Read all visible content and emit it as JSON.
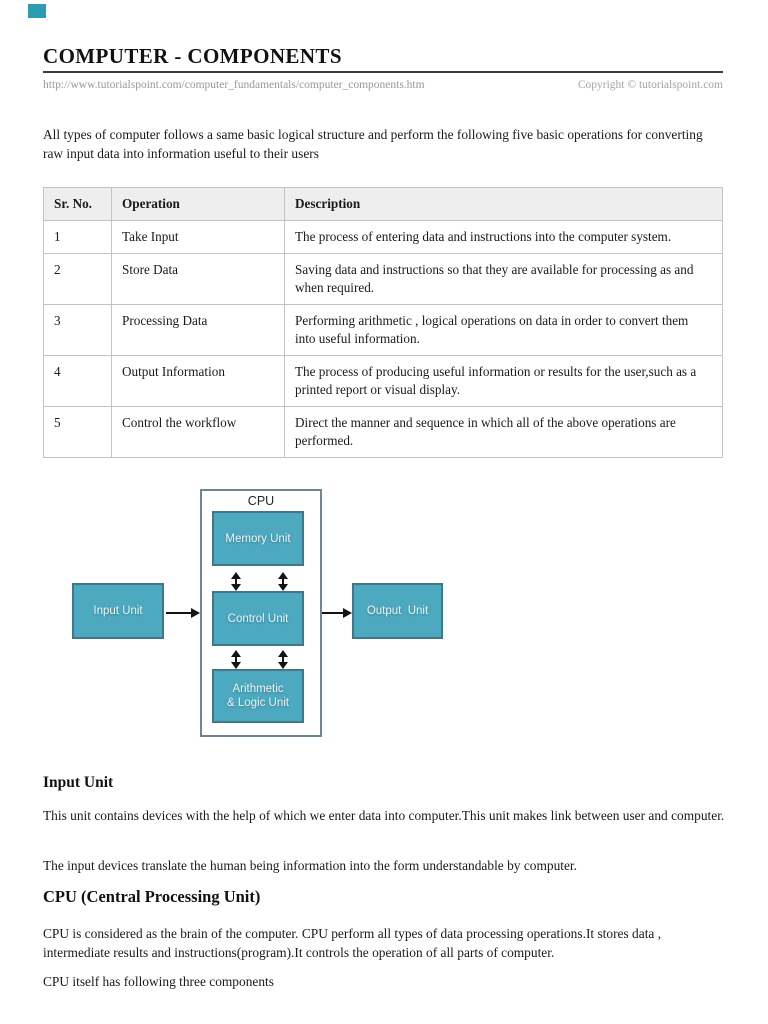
{
  "header": {
    "title": "COMPUTER - COMPONENTS",
    "url": "http://www.tutorialspoint.com/computer_fundamentals/computer_components.htm",
    "copyright": "Copyright © tutorialspoint.com"
  },
  "intro": "All types of computer follows a same basic logical structure and perform the following five basic operations for converting raw input data into information useful to their users",
  "table": {
    "headers": [
      "Sr. No.",
      "Operation",
      "Description"
    ],
    "rows": [
      {
        "sr": "1",
        "operation": "Take Input",
        "description": "The process of entering data and instructions into the computer system."
      },
      {
        "sr": "2",
        "operation": "Store Data",
        "description": "Saving data and instructions so that they are available for processing as and when required."
      },
      {
        "sr": "3",
        "operation": "Processing Data",
        "description": "Performing arithmetic , logical operations on data in order to convert them into useful information."
      },
      {
        "sr": "4",
        "operation": "Output Information",
        "description": "The process of producing useful information or results for the user,such as a printed report or visual display."
      },
      {
        "sr": "5",
        "operation": "Control the workflow",
        "description": "Direct the manner and sequence in which all of the above operations are performed."
      }
    ]
  },
  "diagram": {
    "cpu_label": "CPU",
    "memory_label": "Memory Unit",
    "control_label": "Control Unit",
    "alu_line1": "Arithmetic",
    "alu_line2": "& Logic Unit",
    "input_label": "Input Unit",
    "output_label": "Output  Unit",
    "colors": {
      "box_fill": "#4ca9bf",
      "box_border": "#40788a",
      "cpu_border": "#6e8692",
      "logo": "#2d9cb0"
    }
  },
  "sections": [
    {
      "heading": "Input Unit",
      "paragraphs": [
        "This unit contains devices with the help of which we enter data into computer.This unit makes link between user and computer.",
        "The input devices translate the human being information into the form understandable by computer."
      ]
    },
    {
      "heading": "CPU (Central Processing Unit)",
      "paragraphs": [
        "CPU is considered as the brain of the computer. CPU perform all types of data processing operations.It stores data , intermediate results and instructions(program).It controls the operation of all parts of computer.",
        "CPU itself has following three components"
      ]
    }
  ]
}
